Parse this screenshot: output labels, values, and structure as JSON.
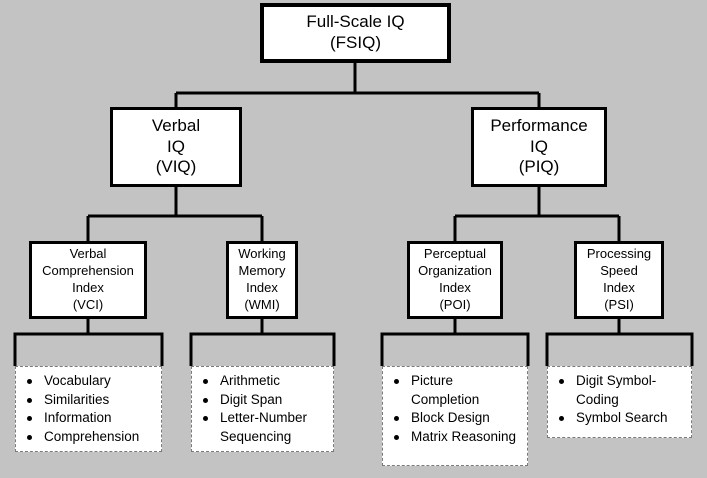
{
  "root": {
    "lines": [
      "Full-Scale IQ",
      "(FSIQ)"
    ]
  },
  "verbal": {
    "lines": [
      "Verbal",
      "IQ",
      "(VIQ)"
    ]
  },
  "performance": {
    "lines": [
      "Performance",
      "IQ",
      "(PIQ)"
    ]
  },
  "vci": {
    "lines": [
      "Verbal",
      "Comprehension",
      "Index",
      "(VCI)"
    ],
    "subtests": [
      "Vocabulary",
      "Similarities",
      "Information",
      "Comprehension"
    ]
  },
  "wmi": {
    "lines": [
      "Working",
      "Memory",
      "Index",
      "(WMI)"
    ],
    "subtests": [
      "Arithmetic",
      "Digit Span",
      "Letter-Number Sequencing"
    ]
  },
  "poi": {
    "lines": [
      "Perceptual",
      "Organization",
      "Index",
      "(POI)"
    ],
    "subtests": [
      "Picture Completion",
      "Block Design",
      "Matrix Reasoning"
    ]
  },
  "psi": {
    "lines": [
      "Processing",
      "Speed",
      "Index",
      "(PSI)"
    ],
    "subtests": [
      "Digit Symbol-Coding",
      "Symbol Search"
    ]
  },
  "colors": {
    "background": "#c3c3c3",
    "box": "#ffffff",
    "line": "#000000",
    "dashed_border": "#7a7a7a"
  }
}
